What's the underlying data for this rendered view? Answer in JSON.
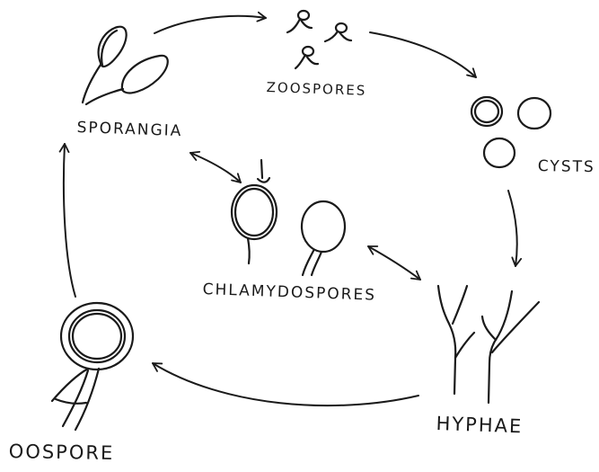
{
  "labels": {
    "zoospores": "ZOOSPORES",
    "sporangia": "SPORANGIA",
    "cysts": "CYSTS",
    "chlamydospores": "CHLAMYDOSPORES",
    "hyphae": "HYPHAE",
    "oospore": "OOSPORE"
  },
  "colors": {
    "ink": "#1a1a1a",
    "background": "#ffffff"
  }
}
